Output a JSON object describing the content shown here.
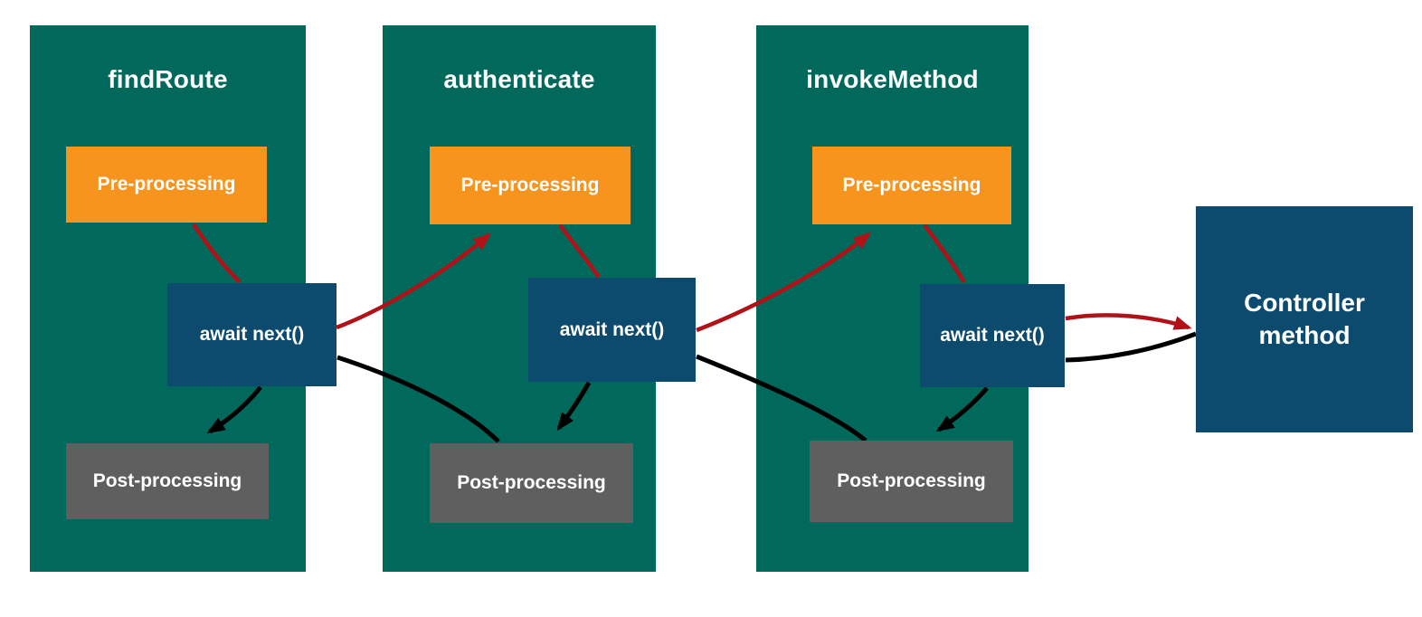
{
  "diagram": {
    "title_semantic": "middleware-request-response-flow",
    "columns": [
      {
        "id": "findRoute",
        "title": "findRoute",
        "pre_label": "Pre-processing",
        "await_label": "await next()",
        "post_label": "Post-processing"
      },
      {
        "id": "authenticate",
        "title": "authenticate",
        "pre_label": "Pre-processing",
        "await_label": "await next()",
        "post_label": "Post-processing"
      },
      {
        "id": "invokeMethod",
        "title": "invokeMethod",
        "pre_label": "Pre-processing",
        "await_label": "await next()",
        "post_label": "Post-processing"
      }
    ],
    "controller": {
      "label": "Controller method"
    },
    "colors": {
      "background": "#FFFFFF",
      "column": "#00695C",
      "pre_box": "#F7941E",
      "await_box": "#0D4B6E",
      "post_box": "#5F5F5F",
      "controller_box": "#0D4B6E",
      "request_arrow": "#B01217",
      "response_arrow": "#000000",
      "text": "#FFFFFF"
    },
    "edges": [
      {
        "id": "pre1-await1",
        "from": "findRoute.pre-processing",
        "to": "findRoute.await-next",
        "flow": "request",
        "arrowhead": false
      },
      {
        "id": "await1-pre2",
        "from": "findRoute.await-next",
        "to": "authenticate.pre-processing",
        "flow": "request",
        "arrowhead": true
      },
      {
        "id": "pre2-await2",
        "from": "authenticate.pre-processing",
        "to": "authenticate.await-next",
        "flow": "request",
        "arrowhead": false
      },
      {
        "id": "await2-pre3",
        "from": "authenticate.await-next",
        "to": "invokeMethod.pre-processing",
        "flow": "request",
        "arrowhead": true
      },
      {
        "id": "pre3-await3",
        "from": "invokeMethod.pre-processing",
        "to": "invokeMethod.await-next",
        "flow": "request",
        "arrowhead": false
      },
      {
        "id": "await3-controller",
        "from": "invokeMethod.await-next",
        "to": "controller-method",
        "flow": "request",
        "arrowhead": true
      },
      {
        "id": "await1-post1",
        "from": "findRoute.await-next",
        "to": "findRoute.post-processing",
        "flow": "response",
        "arrowhead": true
      },
      {
        "id": "await1-post2",
        "from": "findRoute.await-next",
        "to": "authenticate.post-processing",
        "flow": "response",
        "arrowhead": false
      },
      {
        "id": "await2-post2",
        "from": "authenticate.await-next",
        "to": "authenticate.post-processing",
        "flow": "response",
        "arrowhead": true
      },
      {
        "id": "await2-post3",
        "from": "authenticate.await-next",
        "to": "invokeMethod.post-processing",
        "flow": "response",
        "arrowhead": false
      },
      {
        "id": "await3-post3",
        "from": "invokeMethod.await-next",
        "to": "invokeMethod.post-processing",
        "flow": "response",
        "arrowhead": true
      },
      {
        "id": "controller-await3",
        "from": "controller-method",
        "to": "invokeMethod.await-next",
        "flow": "response",
        "arrowhead": false
      }
    ]
  }
}
